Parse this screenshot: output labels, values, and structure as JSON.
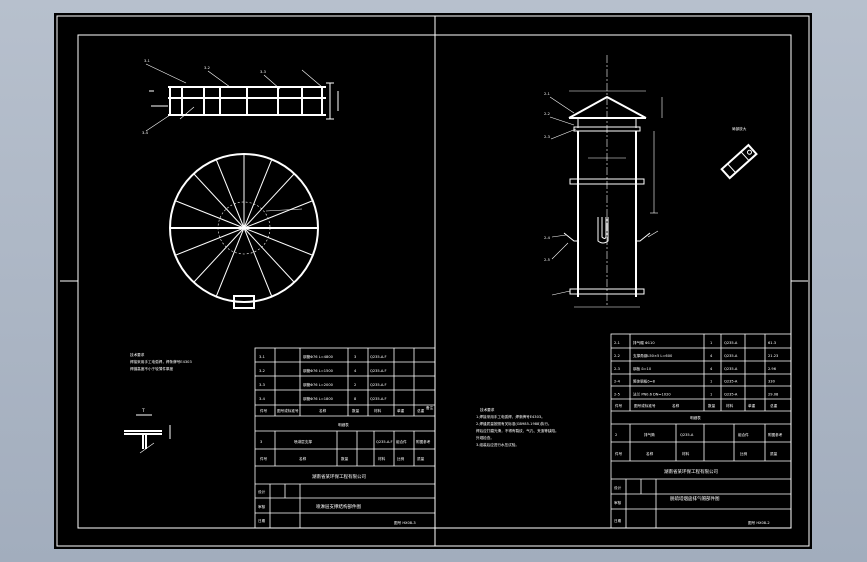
{
  "left_sheet": {
    "notes": [
      "技术要求",
      "焊接采用手工电弧焊，焊条牌号E4303",
      "焊缝高度不小于较薄件厚度"
    ],
    "section_label": "T",
    "bom_rows": [
      {
        "no": "3-1",
        "code": "",
        "name": "钢管Φ76 L=4800",
        "qty": "3",
        "material": "Q235-A.F",
        "weight": ""
      },
      {
        "no": "3-2",
        "code": "",
        "name": "钢管Φ76 L=1500",
        "qty": "4",
        "material": "Q235-A.F",
        "weight": ""
      },
      {
        "no": "3-3",
        "code": "",
        "name": "钢管Φ76 L=2000",
        "qty": "2",
        "material": "Q235-A.F",
        "weight": ""
      },
      {
        "no": "3-4",
        "code": "",
        "name": "钢管Φ76 L=1800",
        "qty": "8",
        "material": "Q235-A.F",
        "weight": ""
      }
    ],
    "bom_header": [
      "件号",
      "图号或标准号",
      "名称",
      "数量",
      "材料",
      "单重",
      "总重",
      "备注"
    ],
    "table_title": "明细表",
    "part_row": [
      "3",
      "",
      "喷淋层支撑",
      "",
      "Q235-A.F",
      "",
      "组合件",
      "附图参考"
    ],
    "part_header": [
      "件号",
      "",
      "名称",
      "数量",
      "材料",
      "",
      "比例",
      "质量"
    ],
    "company": "湖南省某环保工程有限公司",
    "drawing_title": "喷淋层支撑结构部件图",
    "sign": [
      "设计",
      "审核",
      "日期"
    ],
    "drawing_no": "图号 HX08-3"
  },
  "right_sheet": {
    "notes": [
      "技术要求",
      "1.焊接采用手工电弧焊，焊条牌号E4303。",
      "2.焊缝质量按照有关标准(GB985-1988)执行。",
      "  焊后应打磨光滑，不得有裂纹、气孔、夹渣等缺陷。",
      "  外观检查。",
      "3.组装后应进行水压试验。"
    ],
    "detail_label": "局部放大",
    "bom_rows": [
      {
        "no": "2-1",
        "name": "排气帽 Φ110",
        "qty": "1",
        "material": "Q235-A",
        "weight": "61.3"
      },
      {
        "no": "2-2",
        "name": "支撑角钢L50×5 L=600",
        "qty": "4",
        "material": "Q235-A",
        "weight": "21.23"
      },
      {
        "no": "2-3",
        "name": "钢板 δ=10",
        "qty": "4",
        "material": "Q235-A",
        "weight": "2.96"
      },
      {
        "no": "2-4",
        "name": "筒体钢板δ=8",
        "qty": "1",
        "material": "Q235-A",
        "weight": "330"
      },
      {
        "no": "2-5",
        "name": "法兰 PN0.6 DN=1020",
        "qty": "1",
        "material": "Q235-A",
        "weight": "29.08"
      }
    ],
    "bom_header": [
      "件号",
      "图号或标准号",
      "名称",
      "数量",
      "材料",
      "单重",
      "总重"
    ],
    "table_title": "明细表",
    "part_row": [
      "2",
      "排气筒",
      "Q235-A",
      "",
      "组合件",
      "附图参考"
    ],
    "part_header": [
      "件号",
      "名称",
      "材料",
      "",
      "比例",
      "质量"
    ],
    "company": "湖南省某环保工程有限公司",
    "drawing_title": "脱硫塔烟囱排气帽部件图",
    "sign": [
      "设计",
      "审核",
      "日期"
    ],
    "drawing_no": "图号 HX08-2"
  }
}
